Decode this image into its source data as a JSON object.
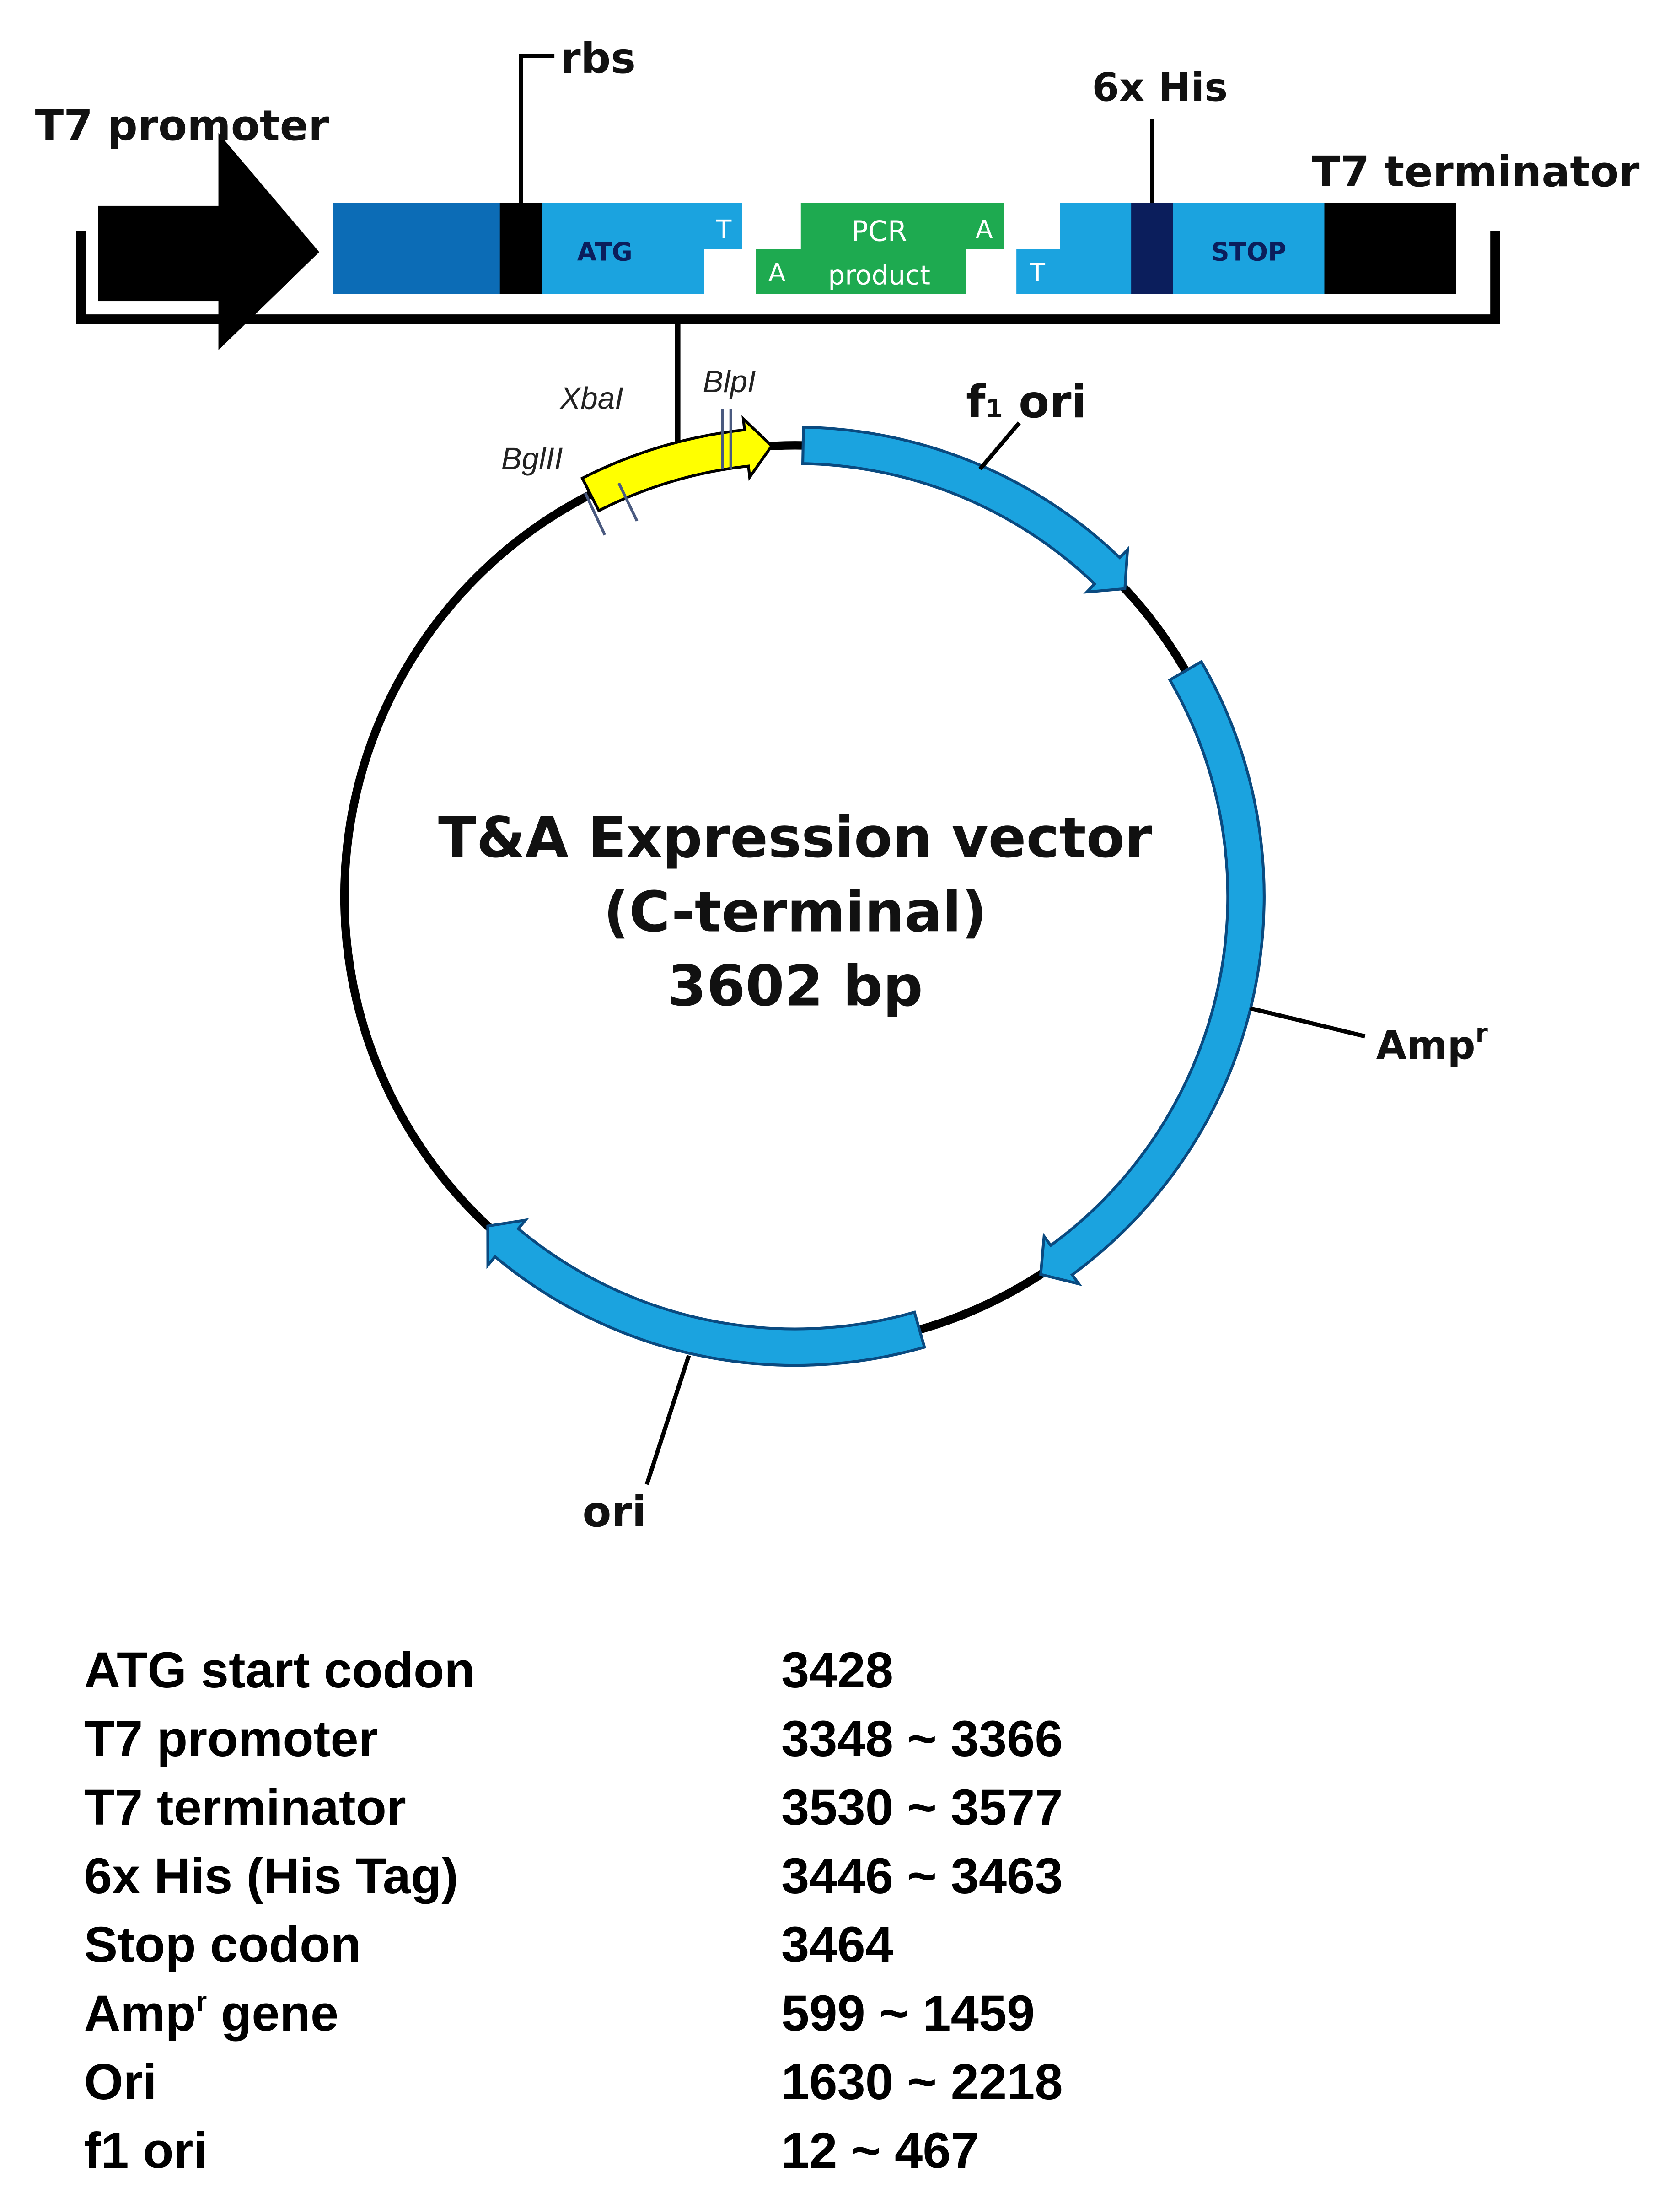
{
  "construct": {
    "t7_promoter": "T7 promoter",
    "rbs": "rbs",
    "his_tag": "6x His",
    "t7_terminator": "T7 terminator",
    "atg": "ATG",
    "t_left": "T",
    "a_left": "A",
    "pcr1": "PCR",
    "pcr2": "product",
    "a_right": "A",
    "t_right": "T",
    "stop": "STOP"
  },
  "plasmid": {
    "title1": "T&A Expression vector",
    "title2": "(C-terminal)",
    "size": "3602 bp",
    "sites": {
      "bglii": "BglII",
      "xbai": "XbaI",
      "blpi": "BlpI"
    },
    "f1_ori": "f1 ori",
    "f1_sub": "1",
    "f1_f": "f",
    "f1_rest": " ori",
    "amp": "Amp",
    "amp_sup": "r",
    "ori": "ori"
  },
  "colors": {
    "feature": "#1ba3df",
    "dark_blue": "#0c6cb6",
    "navy": "#0b1e5c",
    "green": "#1eaa50",
    "yellow": "#ffff00"
  },
  "features_table": [
    {
      "name": "ATG start codon",
      "position": "3428"
    },
    {
      "name": "T7 promoter",
      "position": "3348 ~ 3366"
    },
    {
      "name": "T7 terminator",
      "position": "3530 ~ 3577"
    },
    {
      "name": "6x His (His Tag)",
      "position": "3446 ~ 3463"
    },
    {
      "name": "Stop codon",
      "position": "3464"
    },
    {
      "name": "Amp",
      "sup": "r",
      "rest": " gene",
      "position": "599 ~ 1459"
    },
    {
      "name": "Ori",
      "position": "1630 ~ 2218"
    },
    {
      "name": "f1 ori",
      "position": "12 ~ 467"
    }
  ]
}
